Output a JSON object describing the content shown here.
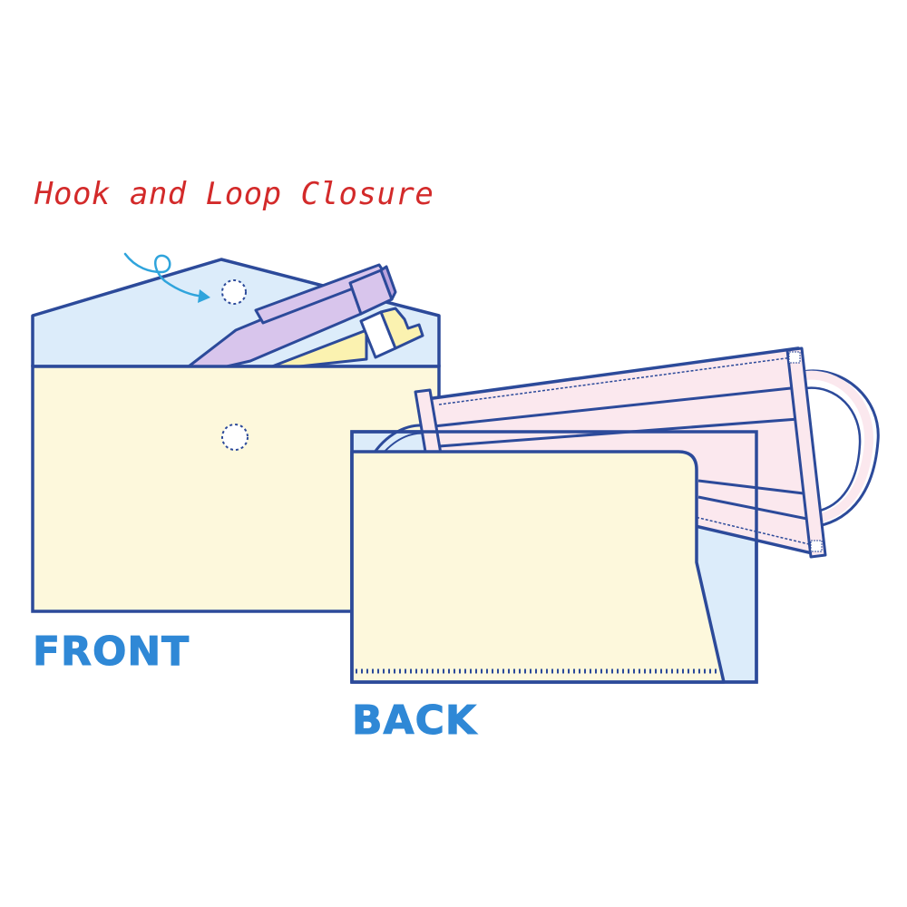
{
  "annotation": {
    "text": "Hook and Loop Closure"
  },
  "labels": {
    "front": "FRONT",
    "back": "BACK"
  },
  "colors": {
    "outline": "#2c4a9a",
    "pouch_fill": "#fdf8dc",
    "flap_fill": "#dcecfa",
    "mask_fill": "#fbe8ee",
    "pen_fill": "#d8c5ec",
    "highlighter_fill": "#fbf2b0",
    "arrow": "#2fa4dc",
    "annotation": "#d32a2a",
    "label": "#2f88d6"
  },
  "icons": [
    "closure-dot-icon",
    "pointer-arrow-icon",
    "pen-icon",
    "highlighter-icon",
    "face-mask-icon"
  ]
}
